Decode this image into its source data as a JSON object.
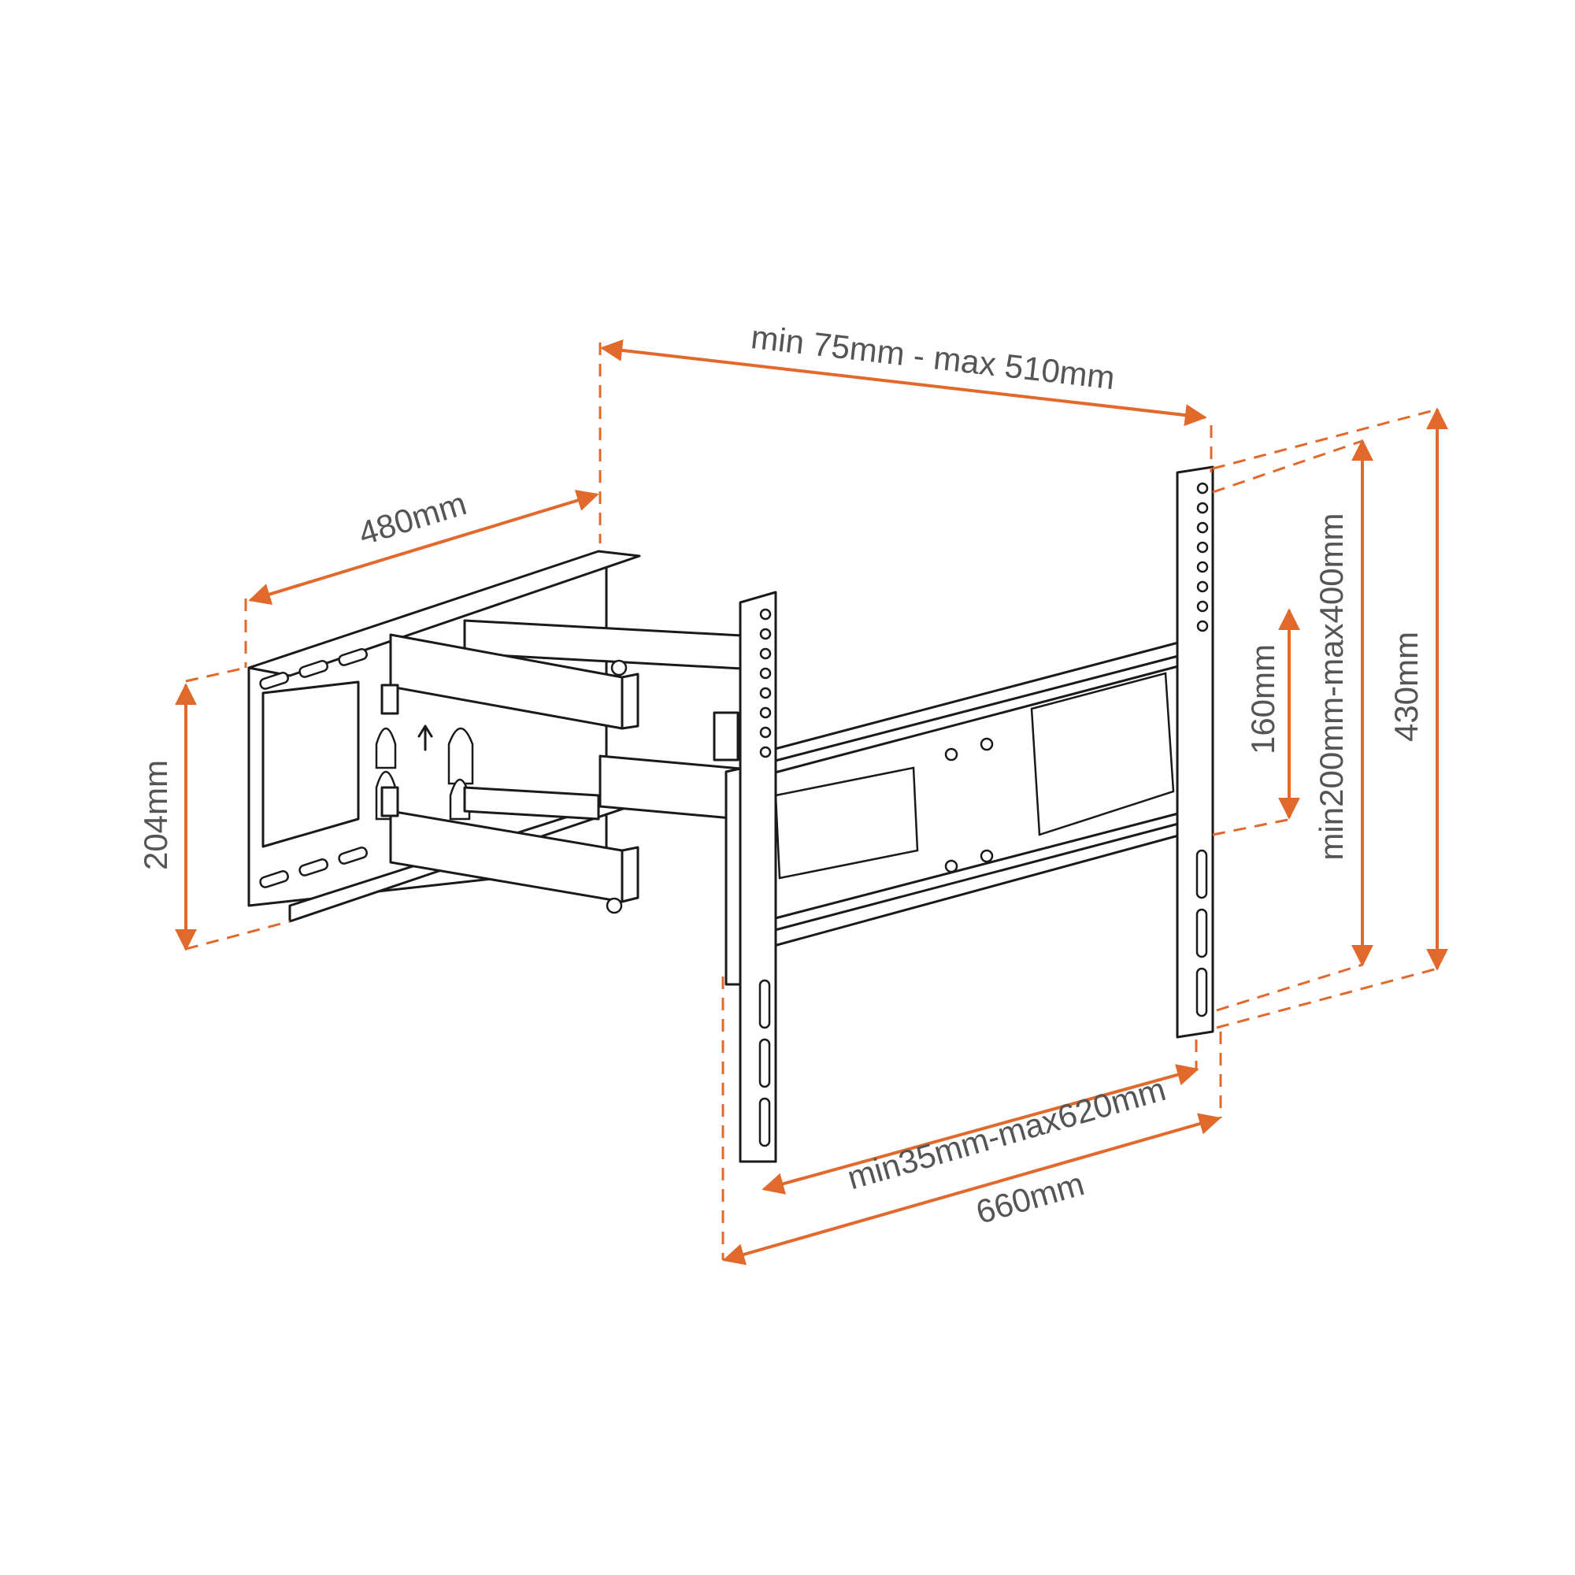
{
  "colors": {
    "dimension": "#e2692c",
    "line": "#1a1a1a",
    "label": "#555555"
  },
  "dimensions": {
    "width_range": "min 75mm - max 510mm",
    "arm_length": "480mm",
    "wall_plate_height": "204mm",
    "vesa_small": "160mm",
    "vesa_range": "min200mm-max400mm",
    "total_height": "430mm",
    "extension_range": "min35mm-max620mm",
    "total_width": "660mm"
  },
  "icons": {
    "arrow": "up-arrow-icon"
  }
}
